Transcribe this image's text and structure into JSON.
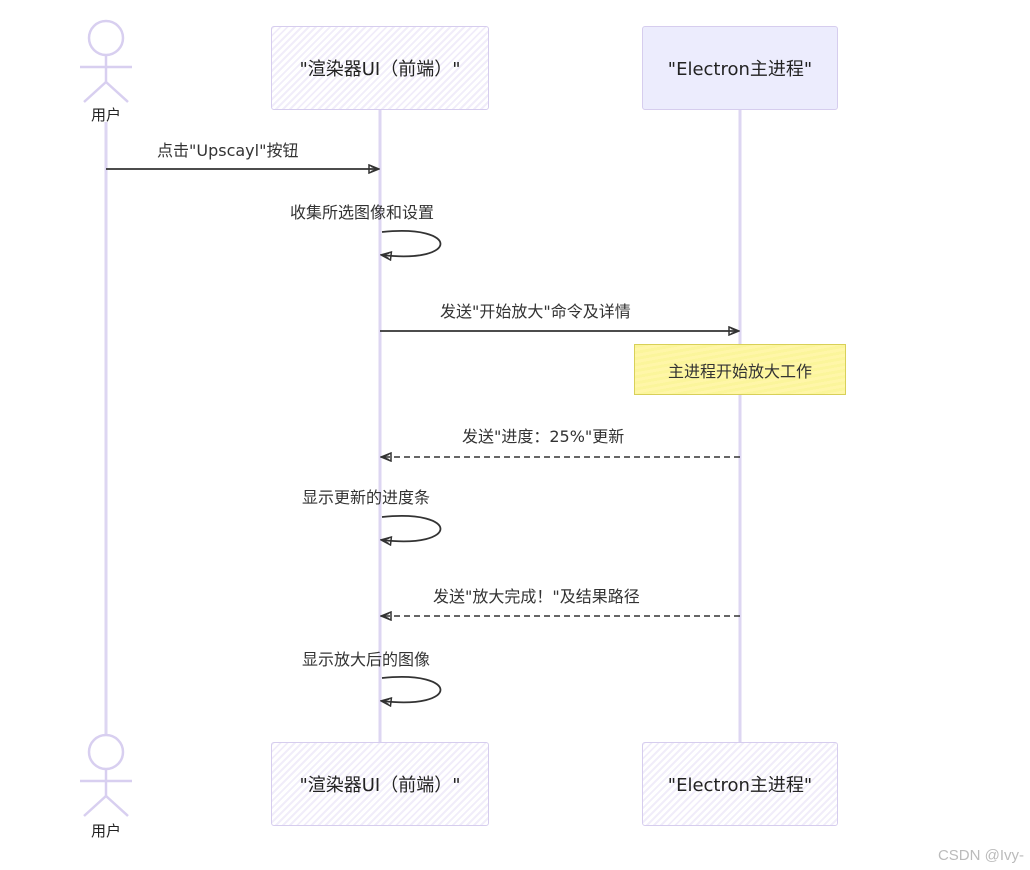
{
  "participants": {
    "user": "用户",
    "renderer": "\"渲染器UI（前端）\"",
    "main": "\"Electron主进程\""
  },
  "messages": [
    {
      "text": "点击\"Upscayl\"按钮",
      "type": "solid"
    },
    {
      "text": "收集所选图像和设置",
      "type": "self"
    },
    {
      "text": "发送\"开始放大\"命令及详情",
      "type": "solid"
    },
    {
      "text": "发送\"进度：25%\"更新",
      "type": "dashed"
    },
    {
      "text": "显示更新的进度条",
      "type": "self"
    },
    {
      "text": "发送\"放大完成！\"及结果路径",
      "type": "dashed"
    },
    {
      "text": "显示放大后的图像",
      "type": "self"
    }
  ],
  "note": {
    "text": "主进程开始放大工作"
  },
  "watermark": "CSDN @Ivy-",
  "colors": {
    "lifeline": "#ddd6f2",
    "actor_stroke": "#d8cff0",
    "arrow": "#333333",
    "note_fill": "#fff6a8",
    "participant_fill": "#ececfd"
  }
}
